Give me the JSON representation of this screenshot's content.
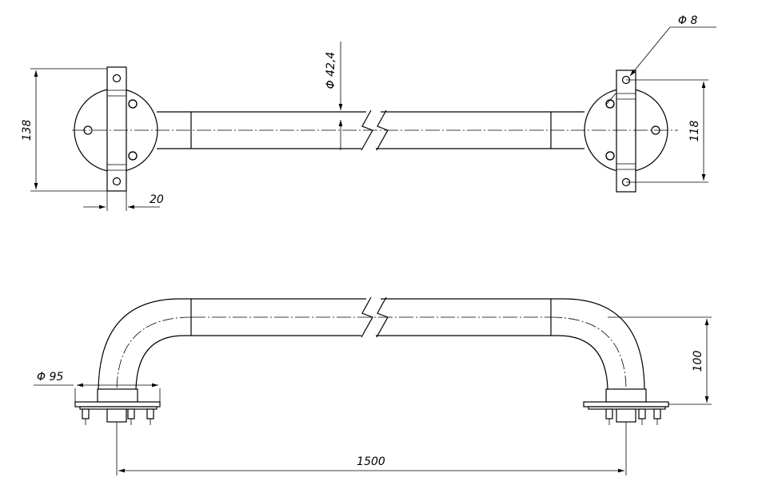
{
  "dimensions": {
    "top_height": "138",
    "bracket_width": "20",
    "tube_diameter": "Φ 42,4",
    "hole_diameter": "Φ 8",
    "hole_spacing": "118",
    "flange_diameter": "Φ 95",
    "projection": "100",
    "length": "1500"
  }
}
